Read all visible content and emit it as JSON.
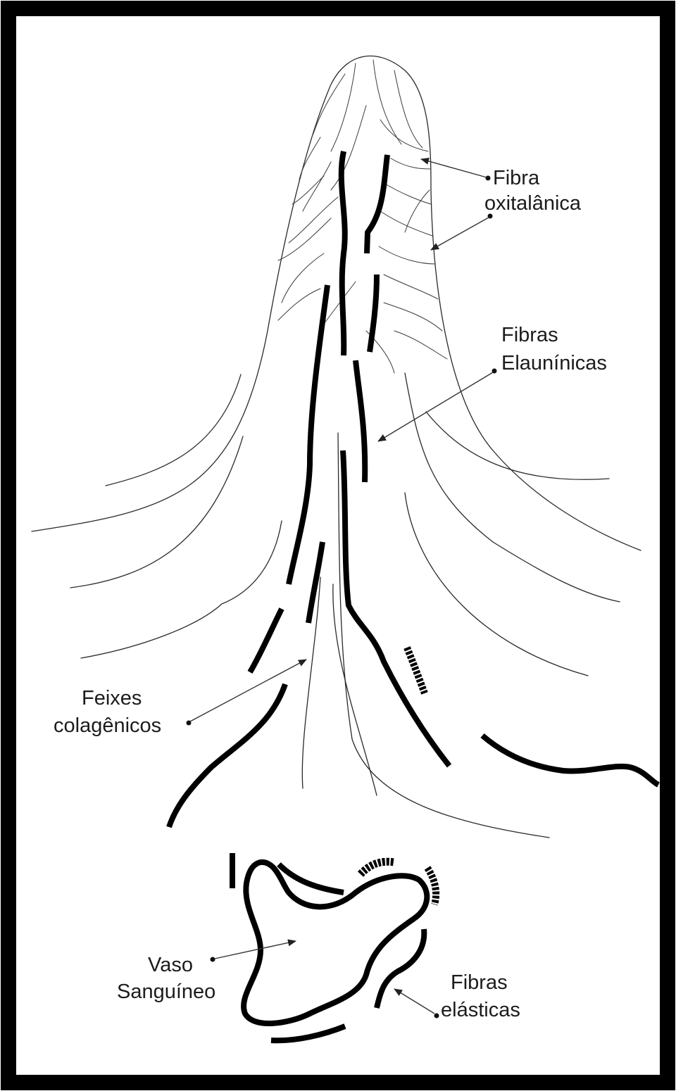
{
  "labels": {
    "fibra_oxitalanica_1": "Fibra",
    "fibra_oxitalanica_2": "oxitalânica",
    "fibras_elauninicas_1": "Fibras",
    "fibras_elauninicas_2": "Elaunínicas",
    "feixes_colagenicos_1": "Feixes",
    "feixes_colagenicos_2": "colagênicos",
    "vaso_sanguineo_1": "Vaso",
    "vaso_sanguineo_2": "Sanguíneo",
    "fibras_elasticas_1": "Fibras",
    "fibras_elasticas_2": "elásticas"
  },
  "colors": {
    "frame": "#000000",
    "background": "#ffffff",
    "ink": "#1c1c1c"
  }
}
